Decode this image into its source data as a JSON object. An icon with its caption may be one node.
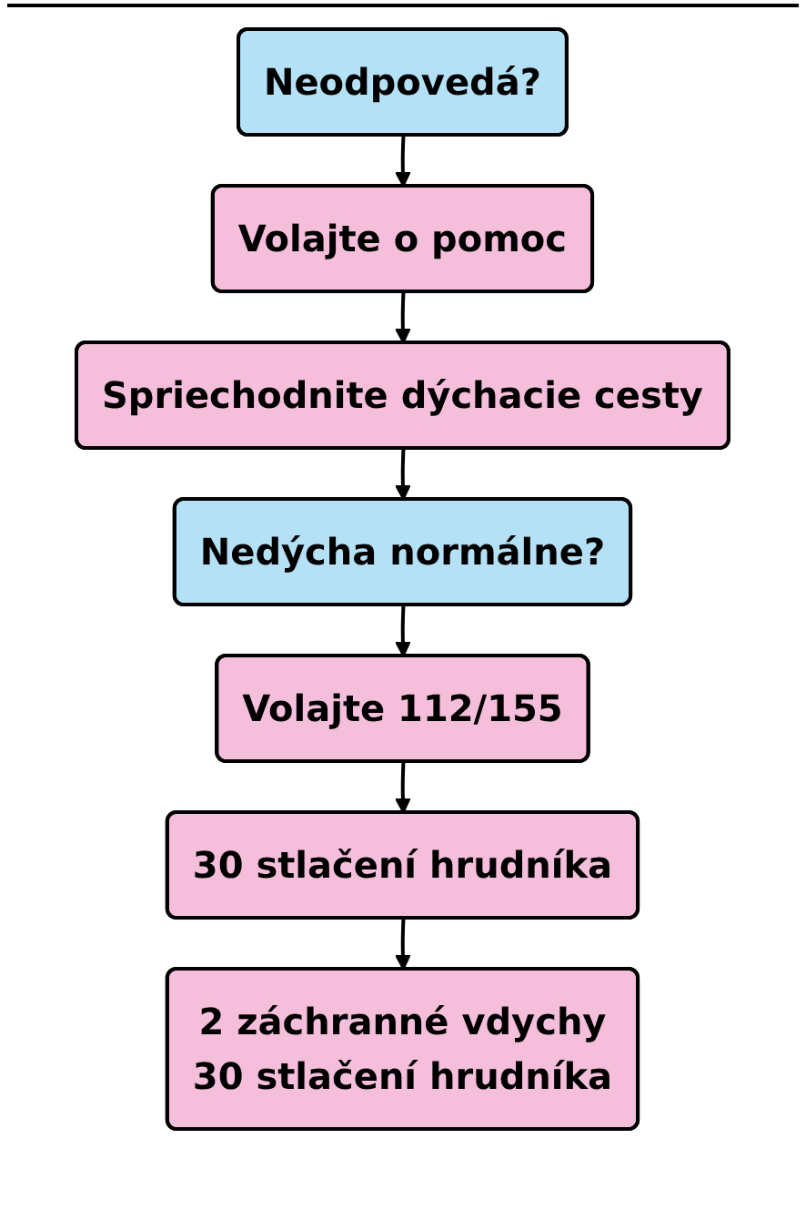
{
  "diagram": {
    "nodes": [
      {
        "text": [
          "Neodpovedá?"
        ]
      },
      {
        "text": [
          "Volajte o pomoc"
        ]
      },
      {
        "text": [
          "Spriechodnite dýchacie cesty"
        ]
      },
      {
        "text": [
          "Nedýcha normálne?"
        ]
      },
      {
        "text": [
          "Volajte 112/155"
        ]
      },
      {
        "text": [
          "30 stlačení hrudníka"
        ]
      },
      {
        "text": [
          "2 záchranné vdychy",
          "30 stlačení hrudníka"
        ]
      }
    ],
    "edges": [
      {
        "from": 0,
        "to": 1,
        "arrow": "to"
      },
      {
        "from": 1,
        "to": 2,
        "arrow": "to"
      },
      {
        "from": 2,
        "to": 3,
        "arrow": "to"
      },
      {
        "from": 3,
        "to": 4,
        "arrow": "to"
      },
      {
        "from": 4,
        "to": 5,
        "arrow": "to"
      },
      {
        "from": 5,
        "to": 6,
        "arrow": "to"
      }
    ]
  }
}
